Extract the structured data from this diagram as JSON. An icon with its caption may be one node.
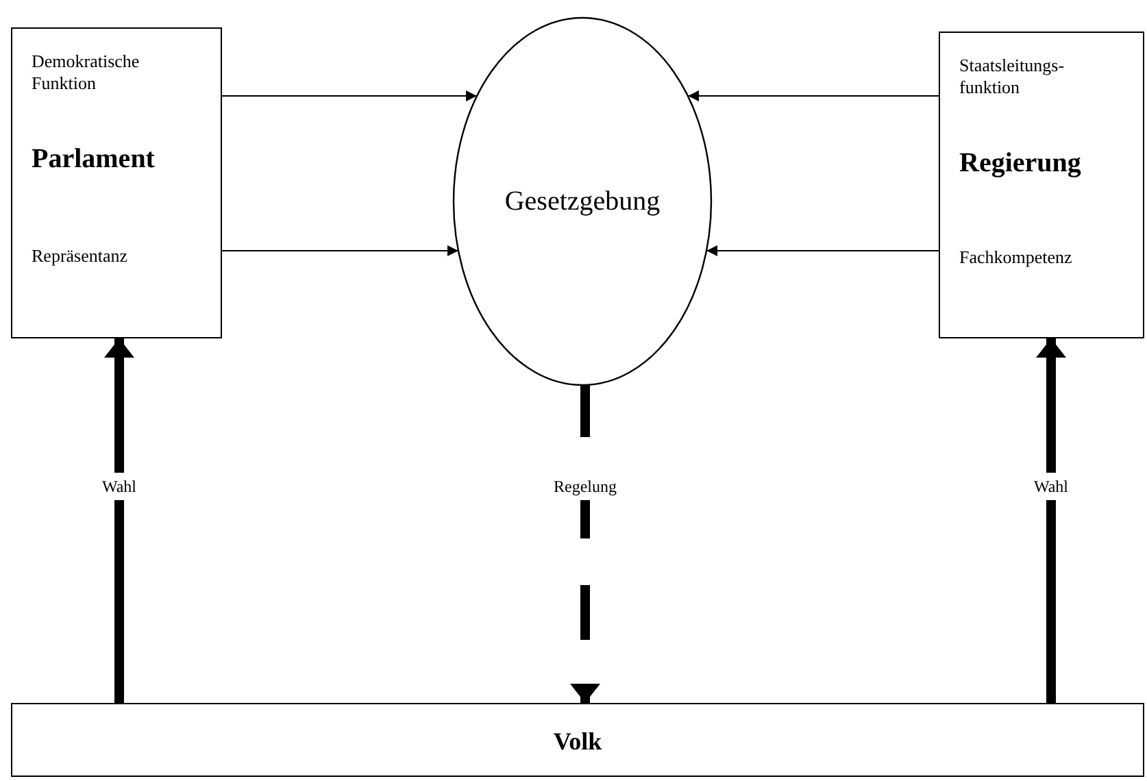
{
  "diagram": {
    "nodes": [
      {
        "text": [
          "Demokratische Funktion",
          "Parlament",
          "Repräsentanz"
        ]
      },
      {
        "text": [
          "Gesetzgebung"
        ]
      },
      {
        "text": [
          "Staatsleitungs- funktion",
          "Regierung",
          "Fachkompetenz"
        ]
      },
      {
        "text": [
          "Volk"
        ]
      }
    ],
    "edges": [
      {
        "from": 0,
        "to": 1,
        "arrow": "to"
      },
      {
        "from": 0,
        "to": 1,
        "arrow": "to"
      },
      {
        "from": 2,
        "to": 1,
        "arrow": "to"
      },
      {
        "from": 2,
        "to": 1,
        "arrow": "to"
      },
      {
        "from": 3,
        "to": 0,
        "arrow": "to",
        "label": "Wahl",
        "style": "thick"
      },
      {
        "from": 1,
        "to": 3,
        "arrow": "to",
        "label": "Regelung",
        "style": "dashed"
      },
      {
        "from": 3,
        "to": 2,
        "arrow": "to",
        "label": "Wahl",
        "style": "thick"
      }
    ]
  }
}
